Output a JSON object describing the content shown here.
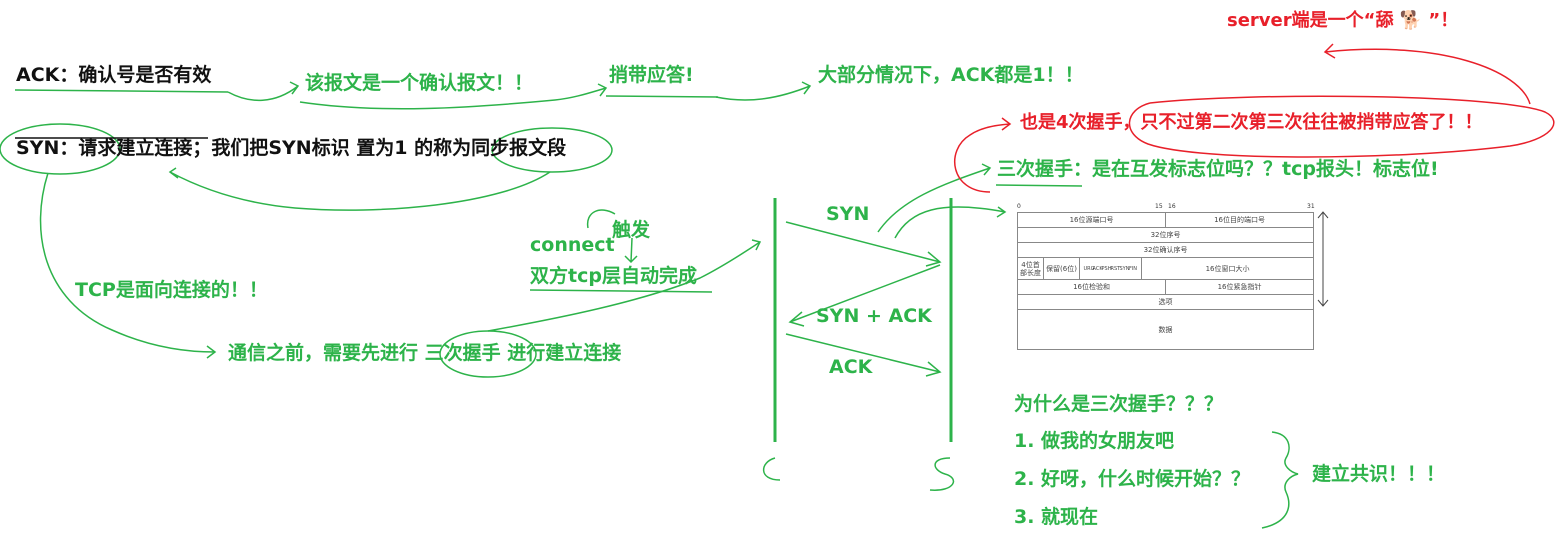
{
  "left_notes": {
    "ack_line": "ACK：确认号是否有效",
    "ack_meaning": "该报文是一个确认报文！！",
    "piggyback": "捎带应答!",
    "mostly_one": "大部分情况下，ACK都是1！！",
    "syn_line": "SYN：请求建立连接；我们把SYN标识 置为1 的称为同步报文段",
    "tcp_connection": "TCP是面向连接的！！",
    "before_comm": "通信之前，需要先进行 三次握手 进行建立连接",
    "trigger": "触发",
    "connect": "connect",
    "auto_complete": "双方tcp层自动完成"
  },
  "handshake": {
    "syn": "SYN",
    "syn_ack": "SYN + ACK",
    "ack": "ACK"
  },
  "right_notes": {
    "server_note": "server端是一个“舔 🐕 ”！",
    "four_way": "也是4次握手，只不过第二次第三次往往被捎带应答了！！",
    "three_way": "三次握手：是在互发标志位吗？？tcp报头！标志位!",
    "why_title": "为什么是三次握手？？？",
    "step1": "1. 做我的女朋友吧",
    "step2": "2. 好呀，什么时候开始？？",
    "step3": "3. 就现在",
    "consensus": "建立共识！！！"
  },
  "tcp_header": {
    "bit0": "0",
    "bit15": "15",
    "bit16": "16",
    "bit31": "31",
    "src_port": "16位源端口号",
    "dst_port": "16位目的端口号",
    "seq": "32位序号",
    "ack_num": "32位确认序号",
    "hdr_len": "4位首部长度",
    "reserved": "保留(6位)",
    "flags": [
      "URG",
      "ACK",
      "PSH",
      "RST",
      "SYN",
      "FIN"
    ],
    "window": "16位窗口大小",
    "checksum": "16位检验和",
    "urgent": "16位紧急指针",
    "options": "选项",
    "data": "数据"
  },
  "colors": {
    "green": "#2db34a",
    "red": "#e8202a",
    "black": "#111111"
  }
}
